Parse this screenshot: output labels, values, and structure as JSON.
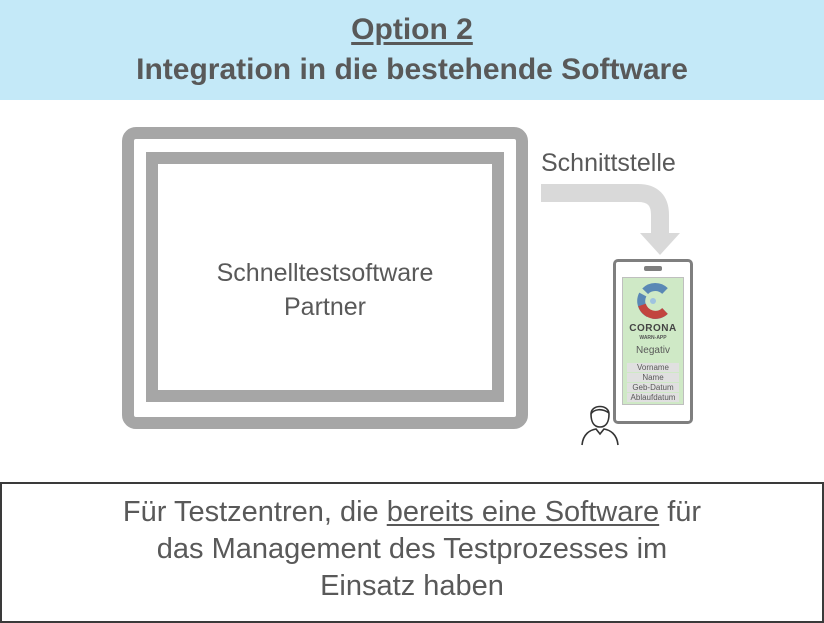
{
  "header": {
    "option": "Option 2",
    "title": "Integration in die bestehende Software"
  },
  "tablet": {
    "line1": "Schnelltestsoftware",
    "line2": "Partner"
  },
  "interface_label": "Schnittstelle",
  "phone": {
    "app_name": "CORONA",
    "app_sub": "WARN-APP",
    "result": "Negativ",
    "fields": [
      "Vorname",
      "Name",
      "Geb-Datum",
      "Ablaufdatum"
    ]
  },
  "note": {
    "part1": "Für Testzentren, die",
    "underlined": "bereits eine Software",
    "part2": "für",
    "line2": "das Management des Testprozesses im",
    "line3": "Einsatz haben"
  },
  "colors": {
    "header_bg": "#c4e9f8",
    "text": "#595959",
    "device_gray": "#a6a6a6",
    "arrow": "#d9d9d9",
    "screen_bg": "#cfe9c6"
  }
}
